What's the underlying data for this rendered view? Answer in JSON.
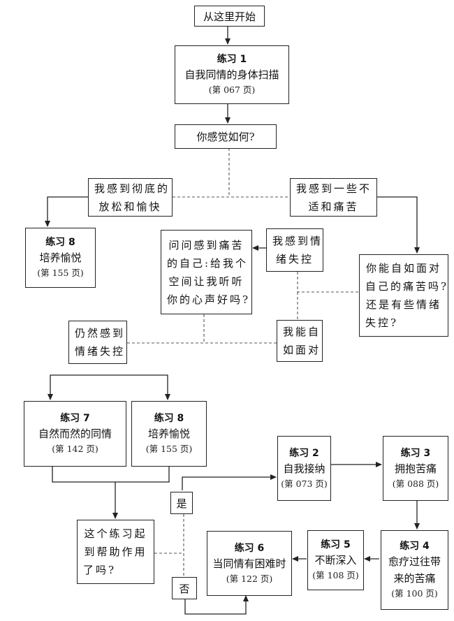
{
  "start": "从这里开始",
  "ex1": {
    "title": "练习 1",
    "name": "自我同情的身体扫描",
    "page": "(第 067 页)"
  },
  "q_feel": "你感觉如何?",
  "relaxed": [
    "我感到彻底的",
    "放松和愉快"
  ],
  "discomfort": [
    "我感到一些不",
    "适和痛苦"
  ],
  "ex8a": {
    "title": "练习 8",
    "name": "培养愉悦",
    "page": "(第 155 页)"
  },
  "ask_self": [
    "问问感到痛苦",
    "的自己:给我个",
    "空间让我听听",
    "你的心声好吗?"
  ],
  "overwhelmed": [
    "我感到情",
    "绪失控"
  ],
  "face_q": [
    "你能自如面对",
    "自己的痛苦吗?",
    "还是有些情绪",
    "失控?"
  ],
  "still_overwhelmed": [
    "仍然感到",
    "情绪失控"
  ],
  "can_face": [
    "我能自",
    "如面对"
  ],
  "ex7": {
    "title": "练习 7",
    "name": "自然而然的同情",
    "page": "(第 142 页)"
  },
  "ex8b": {
    "title": "练习 8",
    "name": "培养愉悦",
    "page": "(第 155 页)"
  },
  "ex2": {
    "title": "练习 2",
    "name": "自我接纳",
    "page": "(第 073 页)"
  },
  "ex3": {
    "title": "练习 3",
    "name": "拥抱苦痛",
    "page": "(第 088 页)"
  },
  "yes": "是",
  "no": "否",
  "helped_q": [
    "这个练习起",
    "到帮助作用",
    "了吗?"
  ],
  "ex6": {
    "title": "练习 6",
    "name": "当同情有困难时",
    "page": "(第 122 页)"
  },
  "ex5": {
    "title": "练习 5",
    "name": "不断深入",
    "page": "(第 108 页)"
  },
  "ex4": {
    "title": "练习 4",
    "name": [
      "愈疗过往带",
      "来的苦痛"
    ],
    "page": "(第 100 页)"
  }
}
